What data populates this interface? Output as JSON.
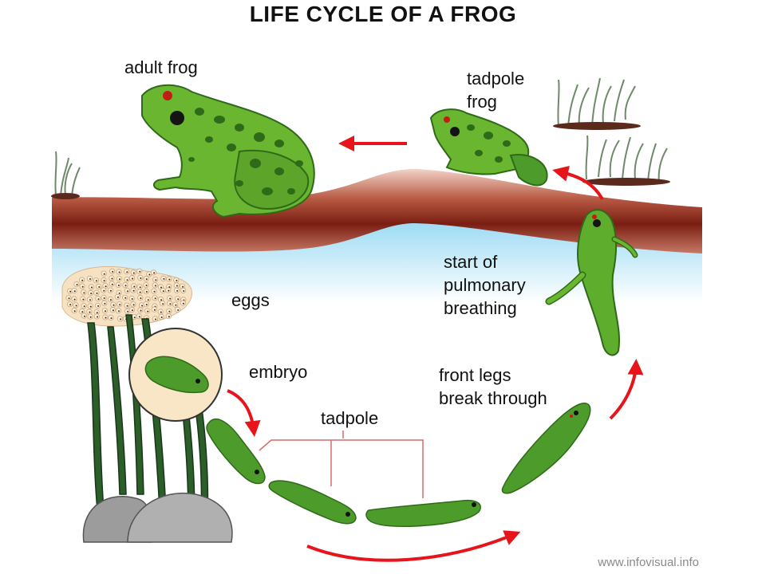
{
  "title": "LIFE CYCLE OF A FROG",
  "labels": {
    "adult_frog": "adult frog",
    "tadpole_frog": "tadpole\nfrog",
    "eggs": "eggs",
    "embryo": "embryo",
    "tadpole": "tadpole",
    "front_legs": "front legs\nbreak through",
    "pulmonary": "start of\npulmonary\nbreathing"
  },
  "credit": "www.infovisual.info",
  "colors": {
    "arrow": "#e8141b",
    "frog_body": "#5fae2e",
    "frog_spot": "#2e6a18",
    "tadpole": "#4d9b2a",
    "earth": "#8a2a1c",
    "water": "#bfe9f7",
    "egg_fill": "#f7e5c8",
    "embryo_circle": "#f9e6c6",
    "plant": "#2d5e2a",
    "rock": "#a3a3a3"
  }
}
